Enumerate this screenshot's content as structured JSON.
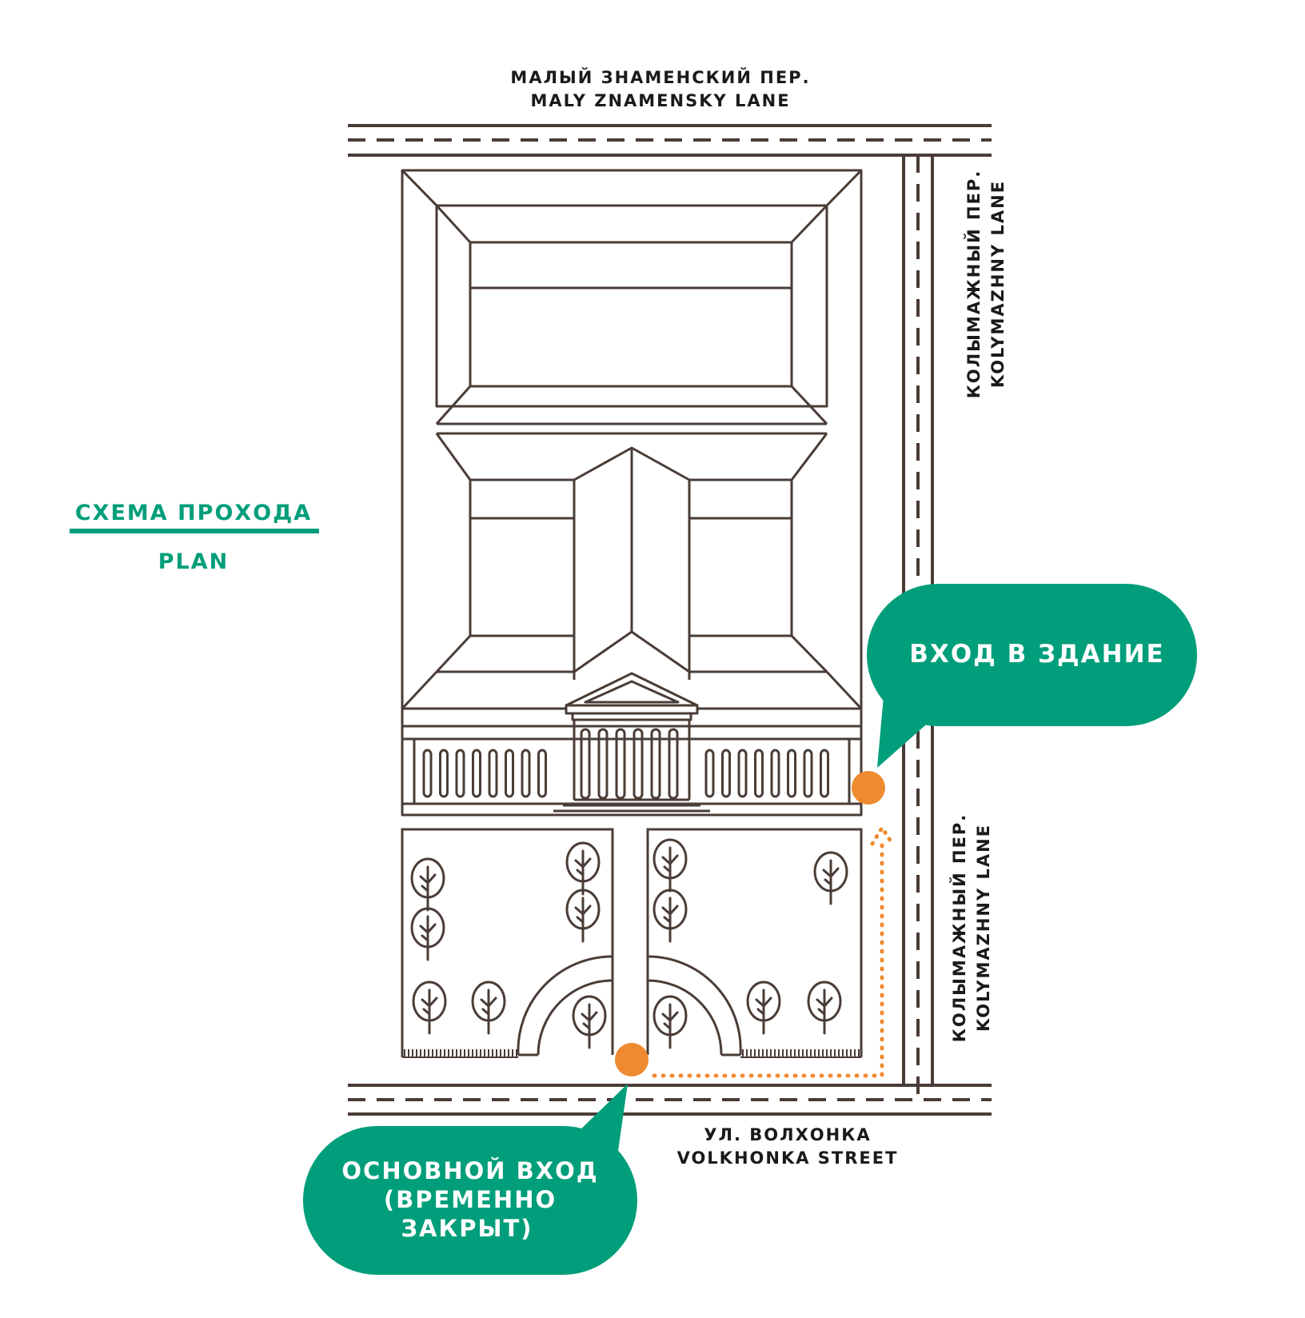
{
  "title": {
    "ru": "СХЕМА ПРОХОДА",
    "en": "PLAN"
  },
  "streets": {
    "north": {
      "ru": "МАЛЫЙ ЗНАМЕНСКИЙ ПЕР.",
      "en": "MALY ZNAMENSKY LANE"
    },
    "east_upper": {
      "ru": "КОЛЫМАЖНЫЙ ПЕР.",
      "en": "KOLYMAZHNY LANE"
    },
    "east_lower": {
      "ru": "КОЛЫМАЖНЫЙ ПЕР.",
      "en": "KOLYMAZHNY LANE"
    },
    "south": {
      "ru": "УЛ. ВОЛХОНКА",
      "en": "VOLKHONKA STREET"
    }
  },
  "callouts": {
    "building_entrance": {
      "text": "ВХОД В ЗДАНИЕ"
    },
    "main_entrance": {
      "lines": [
        "ОСНОВНОЙ ВХОД",
        "(ВРЕМЕННО",
        "ЗАКРЫТ)"
      ]
    }
  },
  "colors": {
    "line": "#4a3c36",
    "accent_green": "#009e7a",
    "accent_orange": "#ee8a30",
    "callout_text": "#ffffff"
  }
}
